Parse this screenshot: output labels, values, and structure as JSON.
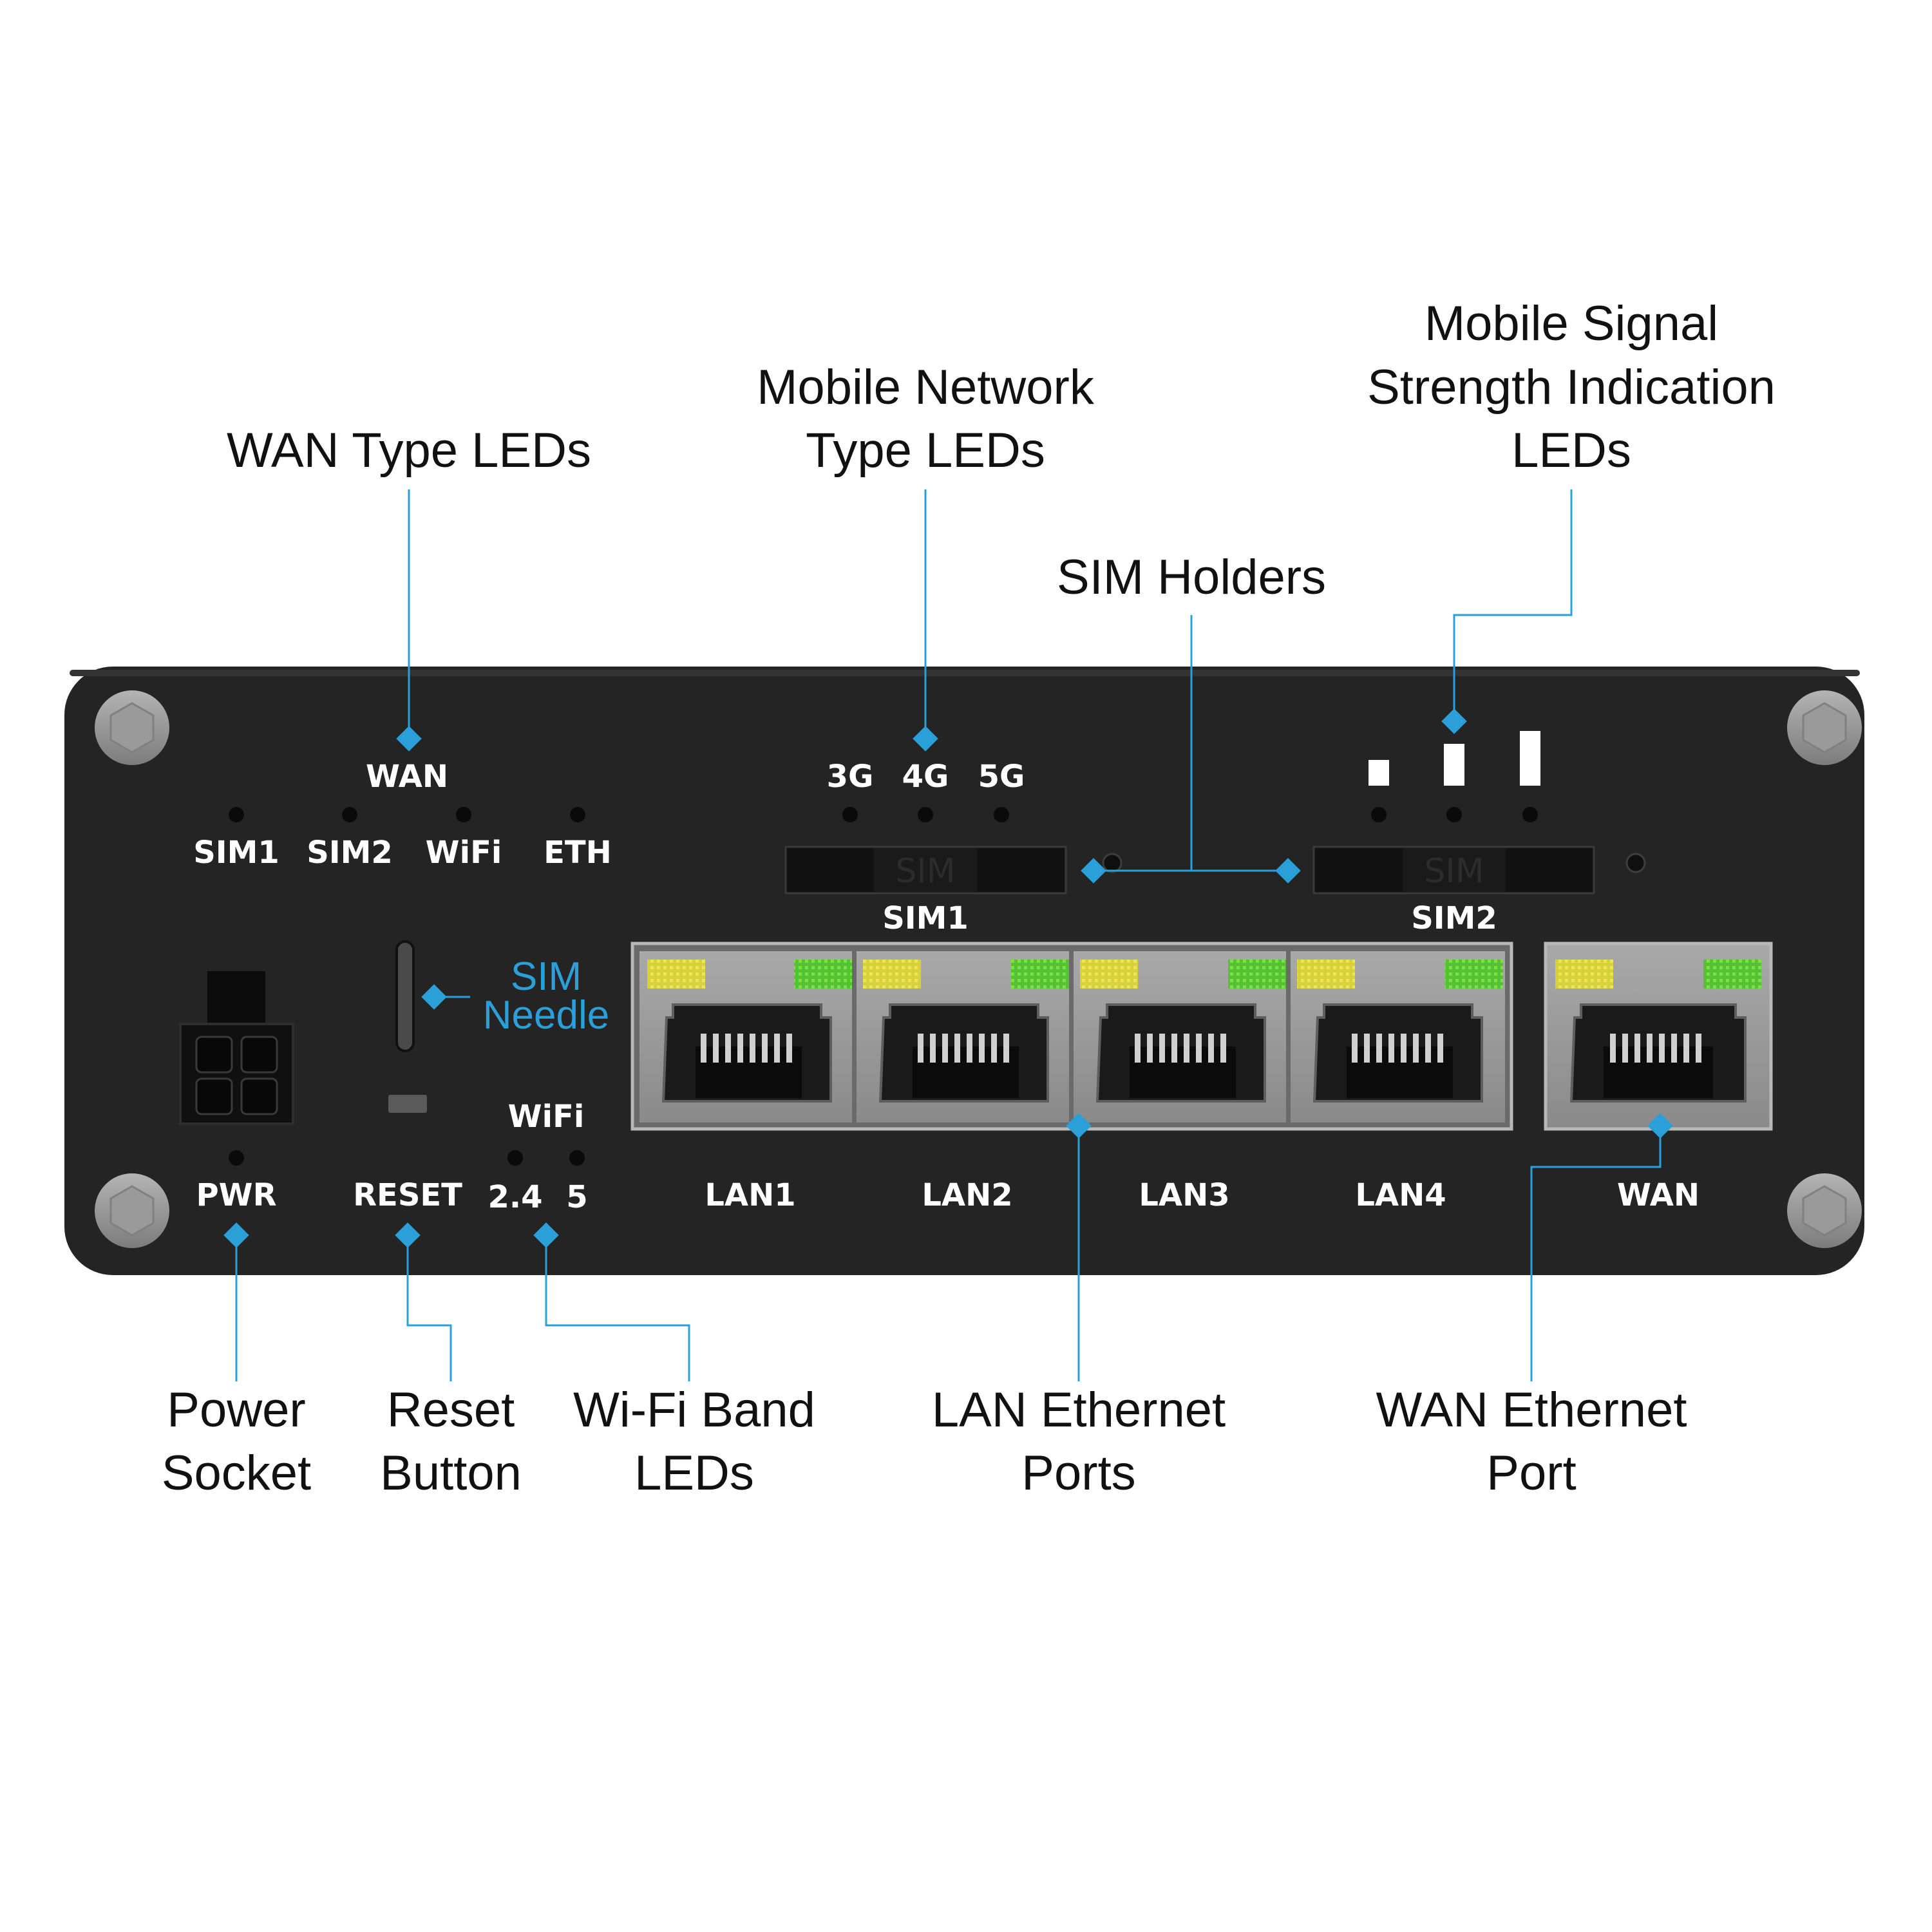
{
  "callouts": {
    "wan_type_leds": "WAN Type LEDs",
    "mobile_network_1": "Mobile Network",
    "mobile_network_2": "Type LEDs",
    "signal_1": "Mobile Signal",
    "signal_2": "Strength Indication",
    "signal_3": "LEDs",
    "sim_holders": "SIM Holders",
    "power_1": "Power",
    "power_2": "Socket",
    "reset_1": "Reset",
    "reset_2": "Button",
    "wifi_band_1": "Wi-Fi Band",
    "wifi_band_2": "LEDs",
    "lan_eth_1": "LAN Ethernet",
    "lan_eth_2": "Ports",
    "wan_eth_1": "WAN Ethernet",
    "wan_eth_2": "Port",
    "sim_needle_1": "SIM",
    "sim_needle_2": "Needle"
  },
  "device_labels": {
    "wan": "WAN",
    "sim1_led": "SIM1",
    "sim2_led": "SIM2",
    "wifi_led": "WiFi",
    "eth_led": "ETH",
    "net_3g": "3G",
    "net_4g": "4G",
    "net_5g": "5G",
    "sim1_slot": "SIM1",
    "sim2_slot": "SIM2",
    "sim_emboss": "SIM",
    "wifi_group": "WiFi",
    "wifi_24": "2.4",
    "wifi_5": "5",
    "pwr": "PWR",
    "reset": "RESET",
    "lan1": "LAN1",
    "lan2": "LAN2",
    "lan3": "LAN3",
    "lan4": "LAN4",
    "wan_port": "WAN"
  },
  "colors": {
    "accent": "#2a9fd8",
    "device_body": "#242424",
    "port_yellow_led": "#d8d23a",
    "port_green_led": "#5fd23a"
  }
}
